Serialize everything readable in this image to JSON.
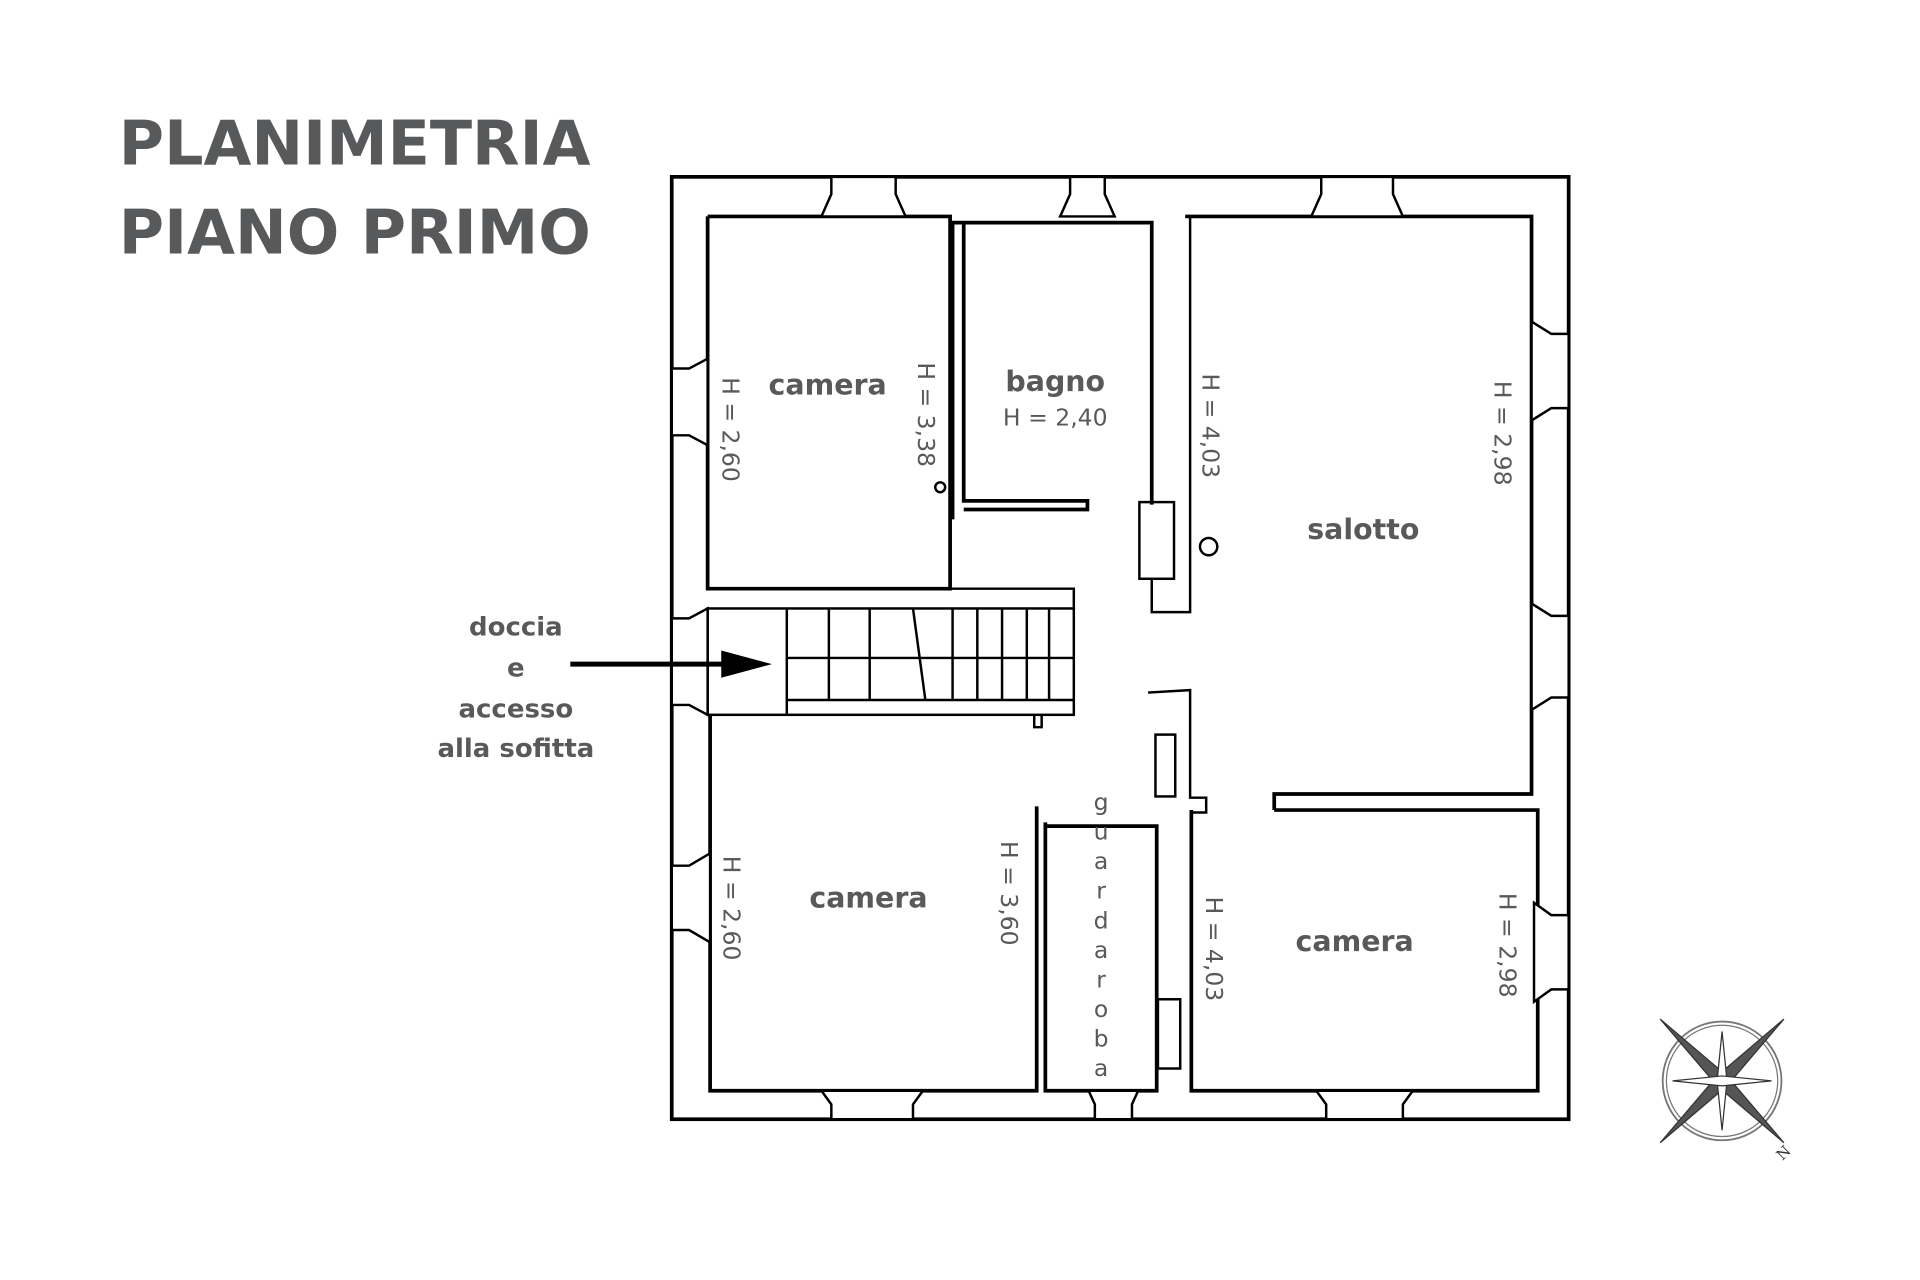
{
  "title": {
    "line1": "PLANIMETRIA",
    "line2": "PIANO PRIMO"
  },
  "rooms": {
    "camera_top_left": {
      "name": "camera",
      "h_left": "H = 2,60",
      "h_right": "H = 3,38"
    },
    "bagno": {
      "name": "bagno",
      "h": "H = 2,40"
    },
    "salotto": {
      "name": "salotto",
      "h_left": "H = 4,03",
      "h_right": "H = 2,98"
    },
    "camera_bottom_left": {
      "name": "camera",
      "h_left": "H = 2,60",
      "h_right": "H = 3,60"
    },
    "guardaroba": {
      "letters": [
        "g",
        "u",
        "a",
        "r",
        "d",
        "a",
        "r",
        "o",
        "b",
        "a"
      ]
    },
    "camera_bottom_right": {
      "name": "camera",
      "h_left": "H = 4,03",
      "h_right": "H = 2,98"
    }
  },
  "annotation": {
    "lines": [
      "doccia",
      "e",
      "accesso",
      "alla sofitta"
    ]
  },
  "compass": {
    "label": "N"
  },
  "colors": {
    "text": "#58595b",
    "walls": "#000000"
  }
}
